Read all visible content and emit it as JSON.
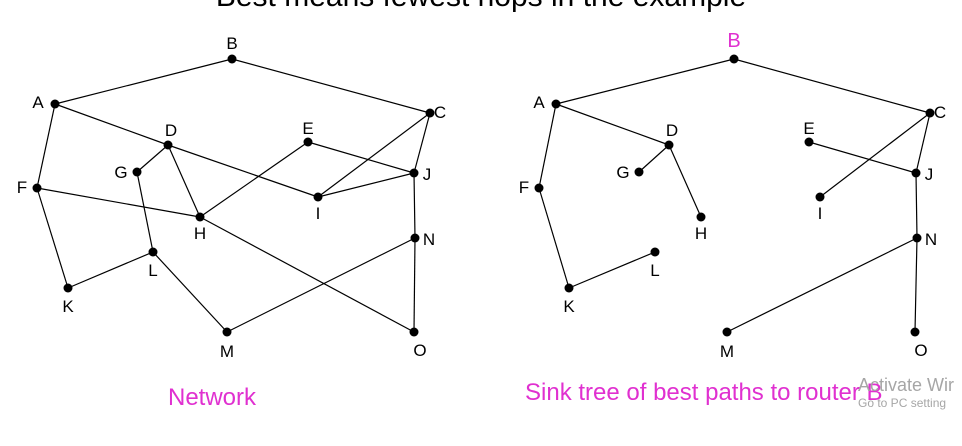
{
  "slide_title": "Best means fewest hops in the example",
  "accent_color": "#e030d0",
  "network": {
    "caption": "Network",
    "nodes": [
      {
        "id": "A",
        "label": "A"
      },
      {
        "id": "B",
        "label": "B"
      },
      {
        "id": "C",
        "label": "C"
      },
      {
        "id": "D",
        "label": "D"
      },
      {
        "id": "E",
        "label": "E"
      },
      {
        "id": "F",
        "label": "F"
      },
      {
        "id": "G",
        "label": "G"
      },
      {
        "id": "H",
        "label": "H"
      },
      {
        "id": "I",
        "label": "I"
      },
      {
        "id": "J",
        "label": "J"
      },
      {
        "id": "K",
        "label": "K"
      },
      {
        "id": "L",
        "label": "L"
      },
      {
        "id": "M",
        "label": "M"
      },
      {
        "id": "N",
        "label": "N"
      },
      {
        "id": "O",
        "label": "O"
      }
    ],
    "edges": [
      [
        "A",
        "B"
      ],
      [
        "B",
        "C"
      ],
      [
        "A",
        "F"
      ],
      [
        "A",
        "D"
      ],
      [
        "D",
        "I"
      ],
      [
        "D",
        "G"
      ],
      [
        "D",
        "H"
      ],
      [
        "F",
        "H"
      ],
      [
        "F",
        "K"
      ],
      [
        "G",
        "L"
      ],
      [
        "K",
        "L"
      ],
      [
        "L",
        "M"
      ],
      [
        "H",
        "E"
      ],
      [
        "H",
        "O"
      ],
      [
        "E",
        "J"
      ],
      [
        "C",
        "I"
      ],
      [
        "C",
        "J"
      ],
      [
        "I",
        "J"
      ],
      [
        "J",
        "N"
      ],
      [
        "N",
        "O"
      ],
      [
        "M",
        "N"
      ]
    ]
  },
  "sink_tree": {
    "caption": "Sink tree of best paths to router B",
    "highlight_node": "B",
    "nodes": [
      {
        "id": "A",
        "label": "A"
      },
      {
        "id": "B",
        "label": "B"
      },
      {
        "id": "C",
        "label": "C"
      },
      {
        "id": "D",
        "label": "D"
      },
      {
        "id": "E",
        "label": "E"
      },
      {
        "id": "F",
        "label": "F"
      },
      {
        "id": "G",
        "label": "G"
      },
      {
        "id": "H",
        "label": "H"
      },
      {
        "id": "I",
        "label": "I"
      },
      {
        "id": "J",
        "label": "J"
      },
      {
        "id": "K",
        "label": "K"
      },
      {
        "id": "L",
        "label": "L"
      },
      {
        "id": "M",
        "label": "M"
      },
      {
        "id": "N",
        "label": "N"
      },
      {
        "id": "O",
        "label": "O"
      }
    ],
    "edges": [
      [
        "A",
        "B"
      ],
      [
        "B",
        "C"
      ],
      [
        "A",
        "F"
      ],
      [
        "A",
        "D"
      ],
      [
        "D",
        "G"
      ],
      [
        "D",
        "H"
      ],
      [
        "F",
        "K"
      ],
      [
        "K",
        "L"
      ],
      [
        "C",
        "I"
      ],
      [
        "C",
        "J"
      ],
      [
        "E",
        "J"
      ],
      [
        "J",
        "N"
      ],
      [
        "N",
        "O"
      ],
      [
        "M",
        "N"
      ]
    ]
  },
  "watermark": {
    "line1": "Activate Wir",
    "line2": "Go to PC setting"
  }
}
